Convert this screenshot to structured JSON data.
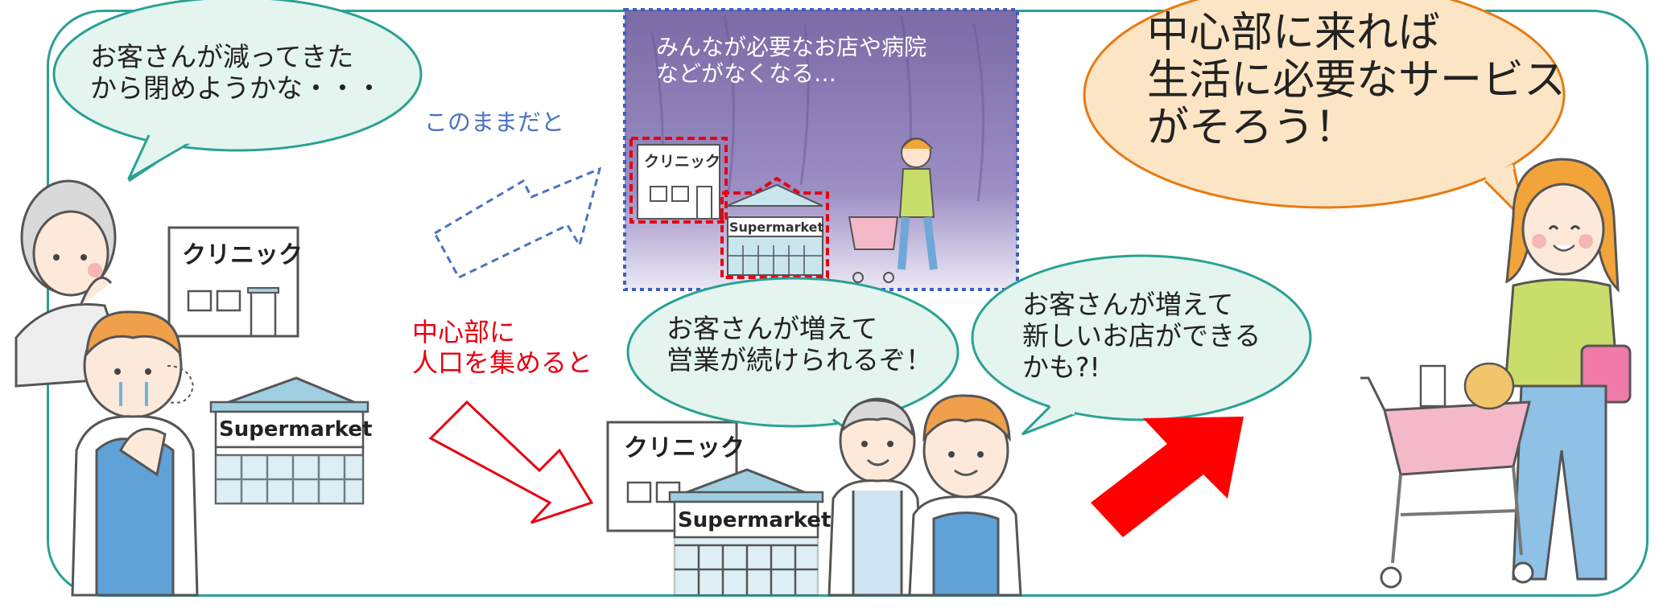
{
  "colors": {
    "frame": "#2aa193",
    "bubble_green": "#e4f4ef",
    "bubble_orange": "#fbe5c5",
    "bubble_orange_stroke": "#e87a12",
    "red": "#e60012",
    "blue_text": "#4a73c2",
    "dashed_blue": "#4a73c2",
    "building_blue": "#9fcfe0",
    "night_bg": "#8d7fb6"
  },
  "bubbles": {
    "worried_owner": "お客さんが減ってきた\nから閉めようかな・・・",
    "owners_happy": "お客さんが増えて\n営業が続けられるぞ！",
    "new_shops": "お客さんが増えて\n新しいお店ができる\nかも?!",
    "shopper": "中心部に来れば\n生活に必要なサービス\nがそろう！"
  },
  "labels": {
    "if_continues": "このままだと",
    "gather_population": "中心部に\n人口を集めると",
    "future_warning": "みんなが必要なお店や病院\nなどがなくなる…"
  },
  "buildings": {
    "clinic": "クリニック",
    "supermarket": "Supermarket"
  },
  "icons": {
    "arrow_dashed": "dashed-arrow-icon",
    "arrow_outline": "outline-arrow-icon",
    "arrow_solid": "solid-arrow-icon"
  }
}
